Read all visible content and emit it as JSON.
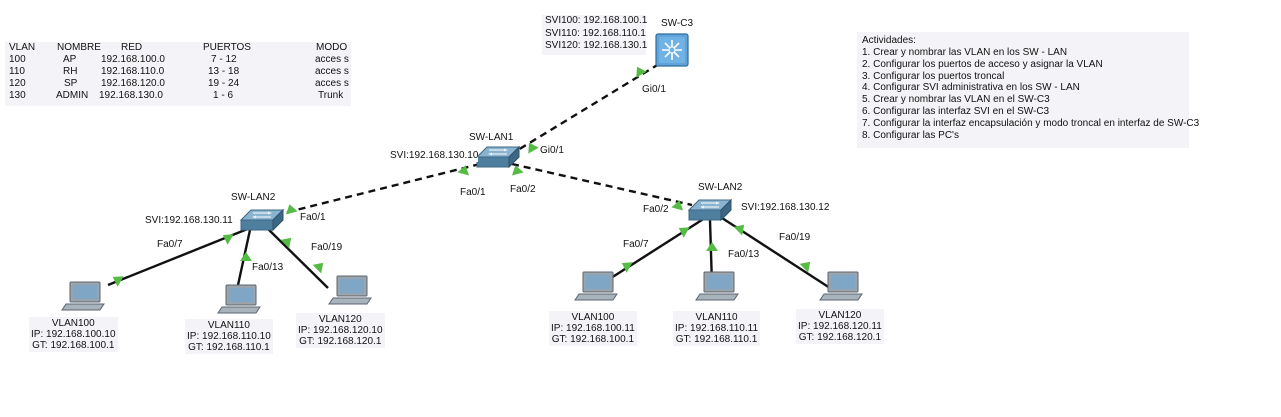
{
  "vlan_table": {
    "headers": [
      "VLAN",
      "NOMBRE",
      "RED",
      "PUERTOS",
      "MODO"
    ],
    "rows": [
      [
        "100",
        "AP",
        "192.168.100.0",
        "7 - 12",
        "acces s"
      ],
      [
        "110",
        "RH",
        "192.168.110.0",
        "13 - 18",
        "acces s"
      ],
      [
        "120",
        "SP",
        "192.168.120.0",
        "19 - 24",
        "acces s"
      ],
      [
        "130",
        "ADMIN",
        "192.168.130.0",
        "1 - 6",
        "Trunk"
      ]
    ]
  },
  "sw_c3": {
    "name": "SW-C3",
    "svi": [
      "SVI100: 192.168.100.1",
      "SVI110: 192.168.110.1",
      "SVI120: 192.168.130.1"
    ],
    "port": "Gi0/1"
  },
  "activities": {
    "title": "Actividades:",
    "items": [
      "1. Crear y nombrar las VLAN en los SW - LAN",
      "2. Configurar los puertos de acceso y asignar la VLAN",
      "3. Configurar los puertos troncal",
      "4. Configurar SVI administrativa en los SW - LAN",
      "5. Crear y nombrar las VLAN en el SW-C3",
      "6. Configurar las interfaz SVI en el SW-C3",
      "7. Configurar la interfaz encapsulación y modo troncal en interfaz de SW-C3",
      "8. Configurar las PC's"
    ]
  },
  "sw_lan1": {
    "name": "SW-LAN1",
    "svi": "SVI:192.168.130.10",
    "port_up": "Gi0/1",
    "port_left": "Fa0/1",
    "port_right": "Fa0/2"
  },
  "sw_lan2_left": {
    "name": "SW-LAN2",
    "svi": "SVI:192.168.130.11",
    "port_up": "Fa0/1",
    "port_a": "Fa0/7",
    "port_b": "Fa0/13",
    "port_c": "Fa0/19",
    "pcs": [
      {
        "name": "VLAN100",
        "ip": "IP: 192.168.100.10",
        "gt": "GT: 192.168.100.1"
      },
      {
        "name": "VLAN110",
        "ip": "IP: 192.168.110.10",
        "gt": "GT: 192.168.110.1"
      },
      {
        "name": "VLAN120",
        "ip": "IP: 192.168.120.10",
        "gt": "GT: 192.168.120.1"
      }
    ]
  },
  "sw_lan2_right": {
    "name": "SW-LAN2",
    "svi": "SVI:192.168.130.12",
    "port_up": "Fa0/2",
    "port_a": "Fa0/7",
    "port_b": "Fa0/13",
    "port_c": "Fa0/19",
    "pcs": [
      {
        "name": "VLAN100",
        "ip": "IP: 192.168.100.11",
        "gt": "GT: 192.168.100.1"
      },
      {
        "name": "VLAN110",
        "ip": "IP: 192.168.110.11",
        "gt": "GT: 192.168.110.1"
      },
      {
        "name": "VLAN120",
        "ip": "IP: 192.168.120.11",
        "gt": "GT: 192.168.120.1"
      }
    ]
  },
  "colors": {
    "link": "#111111",
    "port_up": "#55bb44",
    "switch_body": "#5a8fb0",
    "multilayer_switch": "#5fa3d8",
    "note_bg": "#f4f4f8"
  }
}
